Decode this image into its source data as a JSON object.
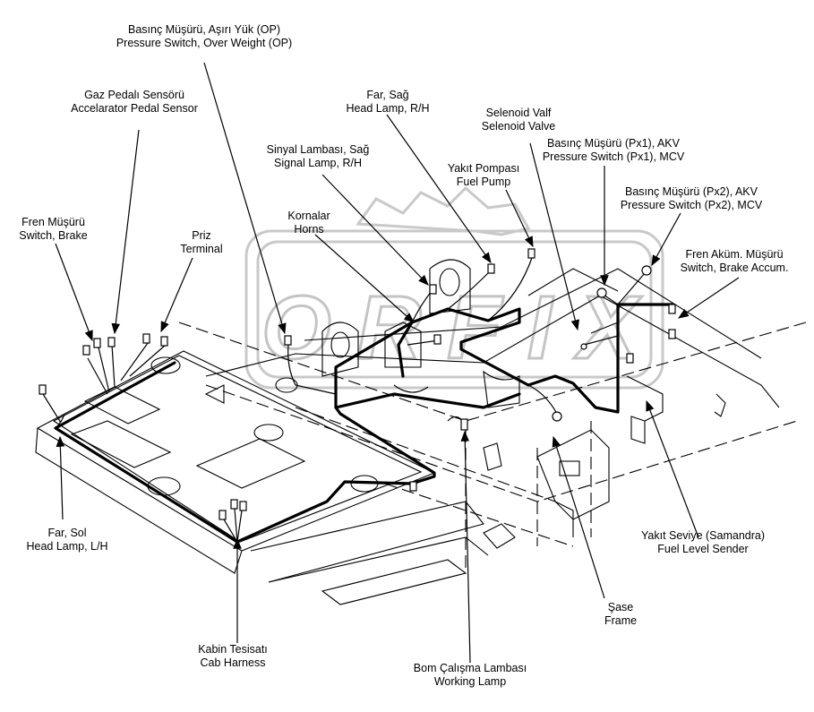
{
  "watermark": {
    "text": "ORFIX"
  },
  "labels": [
    {
      "id": "pressure-switch-op",
      "tr": "Basınç Müşürü, Aşırı Yük (OP)",
      "en": "Pressure Switch, Over Weight (OP)"
    },
    {
      "id": "accelerator-pedal-sensor",
      "tr": "Gaz Pedalı Sensörü",
      "en": "Accelarator Pedal Sensor"
    },
    {
      "id": "head-lamp-rh",
      "tr": "Far, Sağ",
      "en": "Head Lamp, R/H"
    },
    {
      "id": "selenoid-valve",
      "tr": "Selenoid Valf",
      "en": "Selenoid Valve"
    },
    {
      "id": "pressure-switch-px1",
      "tr": "Basınç Müşürü (Px1), AKV",
      "en": "Pressure Switch (Px1), MCV"
    },
    {
      "id": "signal-lamp-rh",
      "tr": "Sinyal Lambası, Sağ",
      "en": "Signal Lamp, R/H"
    },
    {
      "id": "fuel-pump",
      "tr": "Yakıt Pompası",
      "en": "Fuel Pump"
    },
    {
      "id": "pressure-switch-px2",
      "tr": "Basınç Müşürü (Px2), AKV",
      "en": "Pressure Switch (Px2), MCV"
    },
    {
      "id": "horns",
      "tr": "Kornalar",
      "en": "Horns"
    },
    {
      "id": "switch-brake",
      "tr": "Fren Müşürü",
      "en": "Switch, Brake"
    },
    {
      "id": "terminal",
      "tr": "Priz",
      "en": "Terminal"
    },
    {
      "id": "switch-brake-accum",
      "tr": "Fren Aküm. Müşürü",
      "en": "Switch, Brake Accum."
    },
    {
      "id": "head-lamp-lh",
      "tr": "Far, Sol",
      "en": "Head Lamp, L/H"
    },
    {
      "id": "fuel-level-sender",
      "tr": "Yakıt Seviye (Samandra)",
      "en": "Fuel Level Sender"
    },
    {
      "id": "frame",
      "tr": "Şase",
      "en": "Frame"
    },
    {
      "id": "cab-harness",
      "tr": "Kabin Tesisatı",
      "en": "Cab Harness"
    },
    {
      "id": "working-lamp",
      "tr": "Bom Çalışma Lambası",
      "en": "Working Lamp"
    }
  ]
}
